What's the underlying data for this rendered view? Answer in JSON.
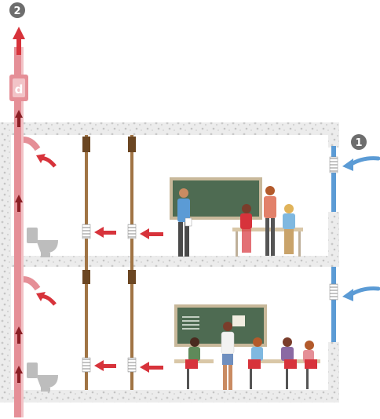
{
  "badges": [
    {
      "id": "exhaust",
      "label": "2"
    },
    {
      "id": "intake",
      "label": "1"
    }
  ],
  "duct_logo_letter": "d",
  "colors": {
    "exhaust_red": "#d7333b",
    "duct_pink": "#e58f97",
    "duct_light": "#f2c3c7",
    "fresh_blue": "#5b9bd5",
    "wall_gray": "#e4e4e4",
    "pipe_brown": "#a07444",
    "board_green": "#4e6b52",
    "badge_gray": "#6d6d6d"
  },
  "icons": [
    "toilet-icon",
    "vent-grille-icon",
    "airflow-arrow-icon"
  ]
}
